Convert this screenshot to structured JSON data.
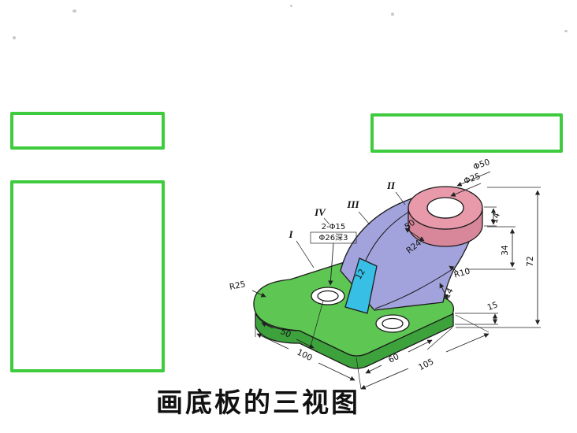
{
  "caption": "画底板的三视图",
  "colors": {
    "frame_green": "#3ecb3e",
    "base_top": "#5ec653",
    "base_front": "#3da23c",
    "arm_fill": "#a2a2dc",
    "ring_top": "#e899aa",
    "ring_side": "#d8879b",
    "rib_fill": "#38bfe6",
    "hole_fill": "#ffffff"
  },
  "drawing": {
    "labels": {
      "numeral_1": "I",
      "numeral_2": "II",
      "numeral_3": "III",
      "numeral_4": "IV",
      "dia_50": "Φ50",
      "dia_25": "Φ25",
      "holes_note": "2-Φ15",
      "counterbore_note": "Φ26深3",
      "dim_50_face": "50",
      "radius_24": "R24",
      "radius_10": "R10",
      "radius_25": "R25",
      "dim_14_ring": "14",
      "dim_34": "34",
      "dim_72": "72",
      "dim_15": "15",
      "dim_12_rib": "12",
      "dim_14_arm": "14",
      "dim_50_base": "50",
      "dim_100": "100",
      "dim_60": "60",
      "dim_105": "105"
    }
  }
}
